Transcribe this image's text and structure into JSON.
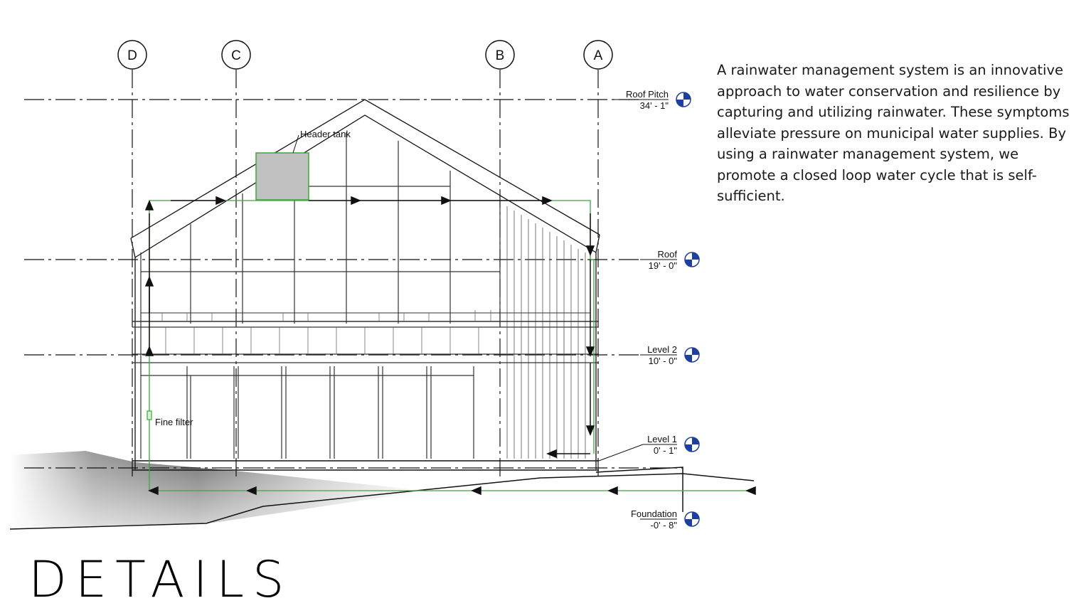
{
  "description": "A rainwater management system is an innovative approach to water conservation and resilience by capturing and utilizing rainwater. These symptoms alleviate pressure on municipal water supplies. By using a rainwater management system, we promote a closed loop water cycle that is self-sufficient.",
  "page_title": "DETAILS",
  "grids": {
    "d": "D",
    "c": "C",
    "b": "B",
    "a": "A"
  },
  "levels": {
    "roof_pitch": {
      "name": "Roof Pitch",
      "elevation": "34' - 1\""
    },
    "roof": {
      "name": "Roof",
      "elevation": "19' - 0\""
    },
    "level2": {
      "name": "Level 2",
      "elevation": "10' - 0\""
    },
    "level1": {
      "name": "Level 1",
      "elevation": "0' - 1\""
    },
    "foundation": {
      "name": "Foundation",
      "elevation": "-0' - 8\""
    }
  },
  "labels": {
    "header_tank": "Header tank",
    "fine_filter": "Fine filter"
  },
  "colors": {
    "pipe": "#3aa83a",
    "level_marker": "#1f3fa0",
    "tank_fill": "#c0c0c0"
  },
  "icons": {
    "level_marker": "level-head-icon",
    "flow_arrow": "arrowhead-icon"
  }
}
